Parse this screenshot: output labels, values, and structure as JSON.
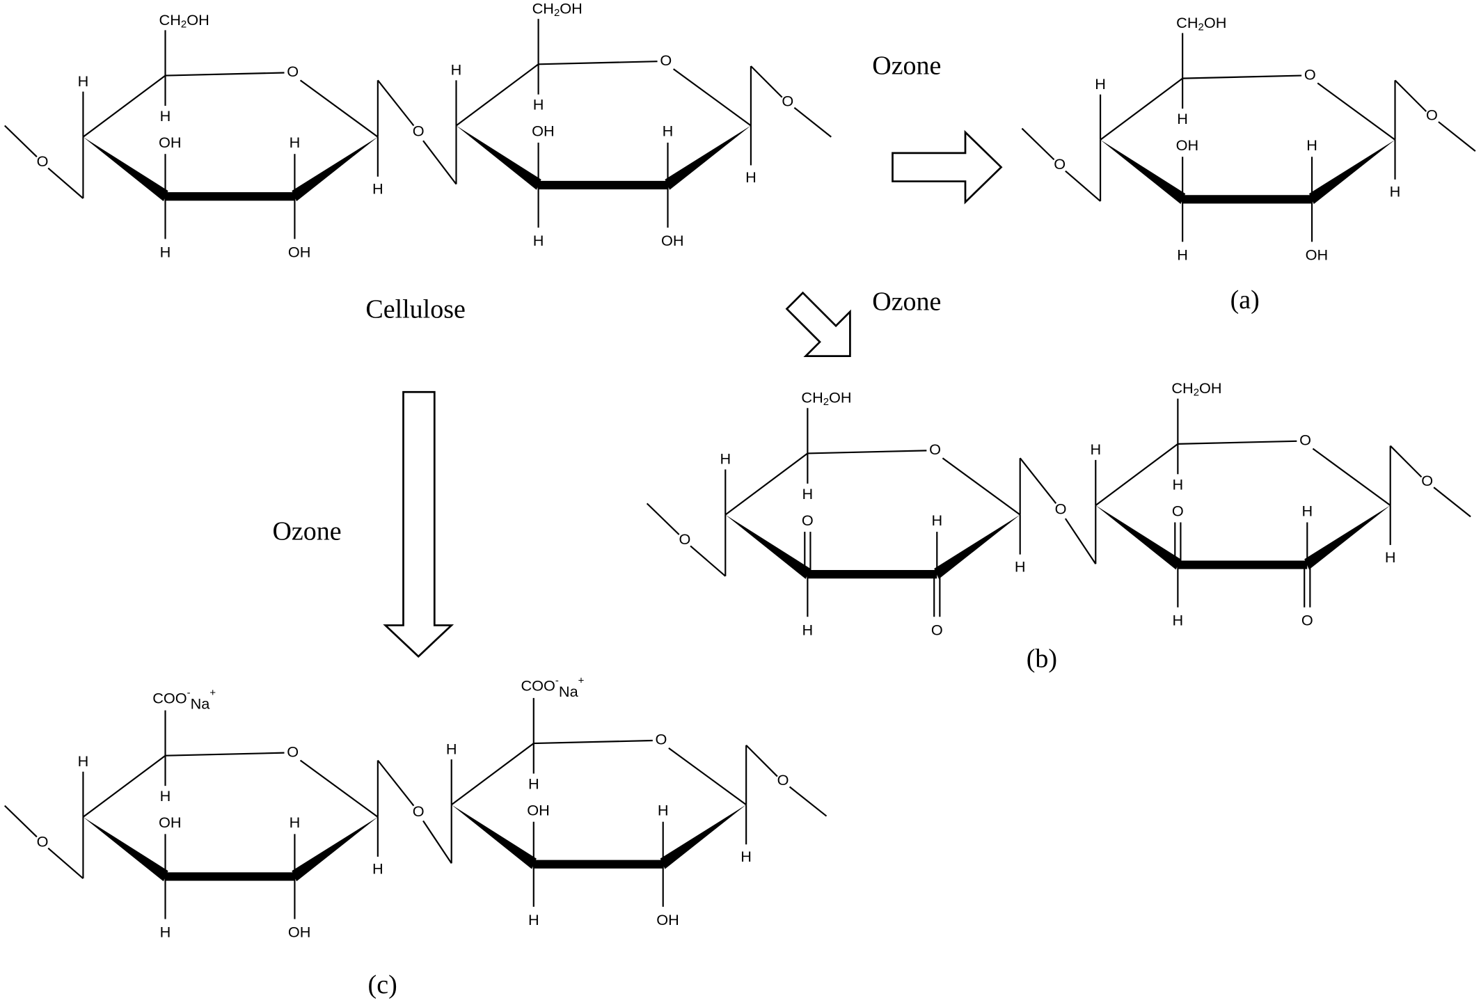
{
  "labels": {
    "cellulose": "Cellulose",
    "ozone_a": "Ozone",
    "ozone_b": "Ozone",
    "ozone_c": "Ozone",
    "a": "(a)",
    "b": "(b)",
    "c": "(c)"
  },
  "atoms": {
    "H": "H",
    "OH": "OH",
    "O": "O",
    "CH2OH_main": "CH",
    "CH2OH_sub": "2",
    "CH2OH_tail": "OH",
    "COONa_main": "COO",
    "COONa_minus": "-",
    "COONa_na": "Na",
    "COONa_plus": "+"
  }
}
